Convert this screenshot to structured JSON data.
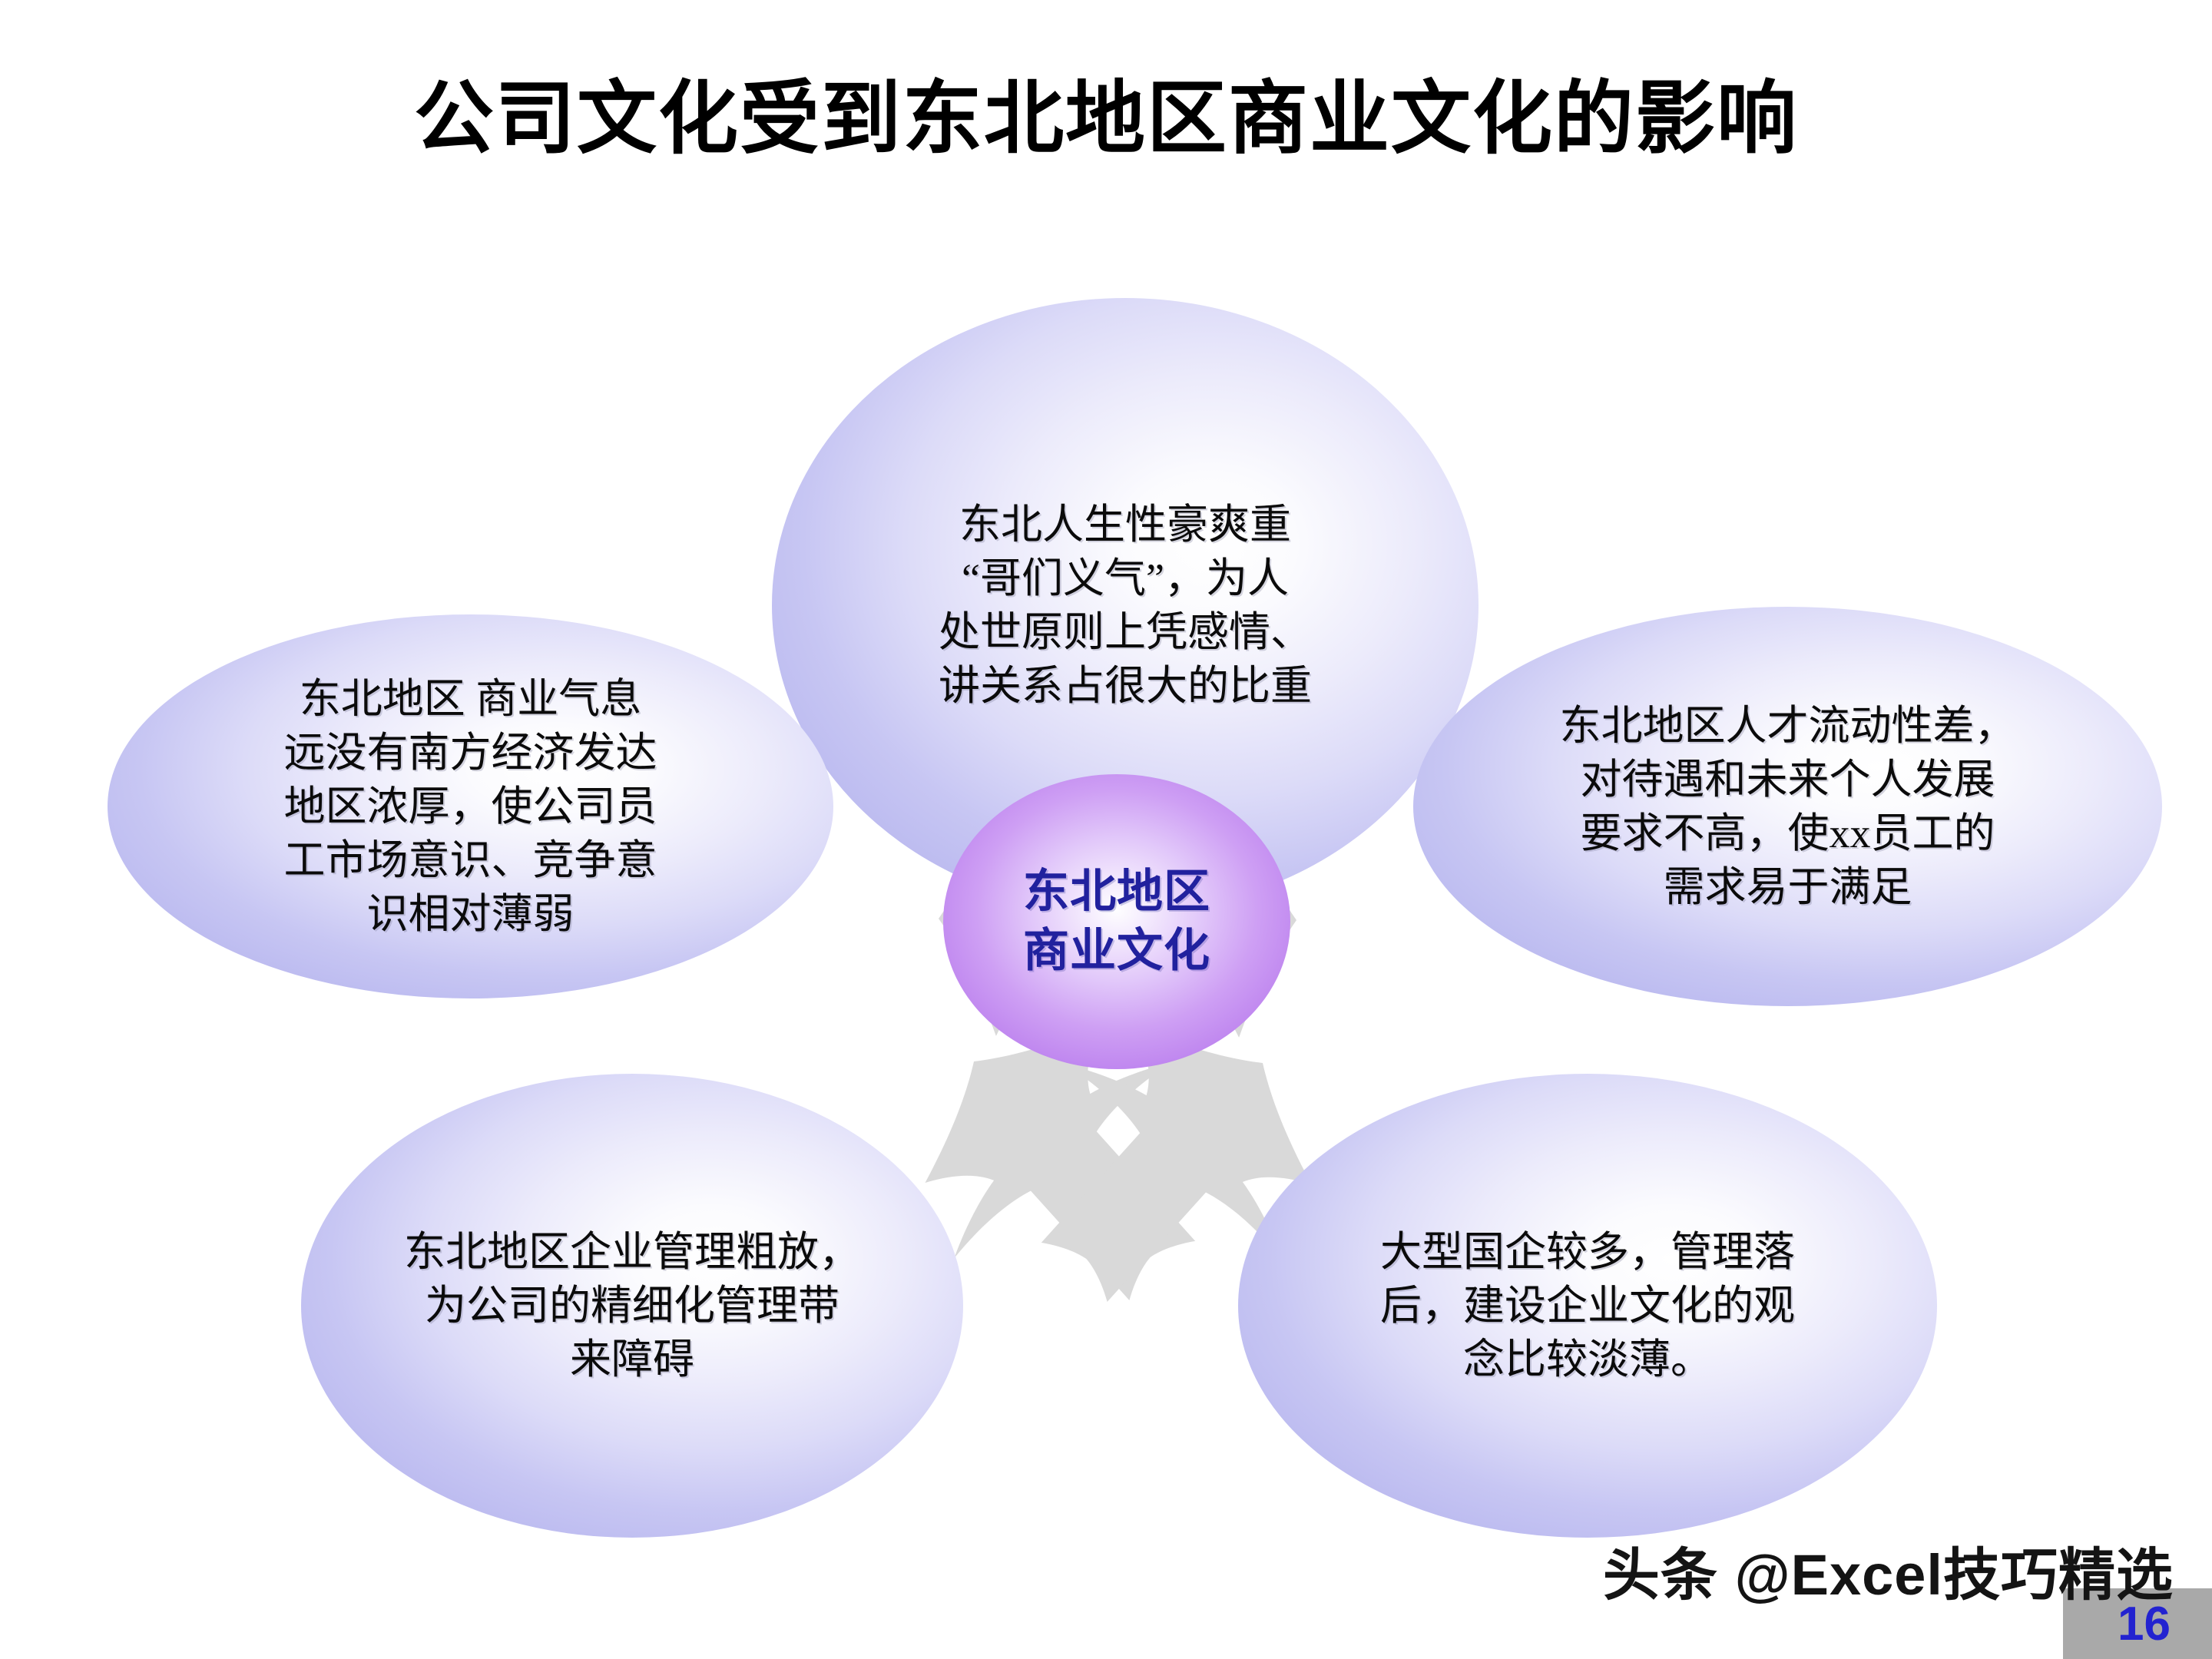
{
  "slide": {
    "title": "公司文化受到东北地区商业文化的影响",
    "page_number": "16",
    "watermark": "头条 @Excel技巧精选",
    "colors": {
      "bubble_edge": "#b9b8ef",
      "center_edge": "#b478e9",
      "center_text": "#21219e",
      "arrow": "#d9d9d9",
      "page_number": "#2323d0",
      "badge": "#a9a9a9",
      "title": "#000000"
    }
  },
  "diagram": {
    "type": "radial-converging",
    "center": {
      "label": "东北地区\n商业文化",
      "name": "center-node"
    },
    "nodes": [
      {
        "name": "node-top",
        "position": "top",
        "text": "东北人生性豪爽重\n“哥们义气”，为人\n处世原则上凭感情、\n讲关系占很大的比重"
      },
      {
        "name": "node-left",
        "position": "left",
        "text": "东北地区 商业气息\n远没有南方经济发达\n地区浓厚，使公司员\n工市场意识、竞争意\n识相对薄弱"
      },
      {
        "name": "node-right",
        "position": "right",
        "text": "东北地区人才流动性差，\n对待遇和未来个人发展\n要求不高，使xx员工的\n需求易于满足"
      },
      {
        "name": "node-bottom-left",
        "position": "bottom-left",
        "text": "东北地区企业管理粗放，\n为公司的精细化管理带\n来障碍"
      },
      {
        "name": "node-bottom-right",
        "position": "bottom-right",
        "text": "大型国企较多，管理落\n后，建设企业文化的观\n念比较淡薄。"
      }
    ],
    "arrows": [
      {
        "name": "arrow-from-top",
        "from": "node-top",
        "to": "center"
      },
      {
        "name": "arrow-from-left",
        "from": "node-left",
        "to": "center"
      },
      {
        "name": "arrow-from-right",
        "from": "node-right",
        "to": "center"
      },
      {
        "name": "arrow-from-bottom-left",
        "from": "node-bottom-left",
        "to": "center"
      },
      {
        "name": "arrow-from-bottom-right",
        "from": "node-bottom-right",
        "to": "center"
      }
    ]
  }
}
